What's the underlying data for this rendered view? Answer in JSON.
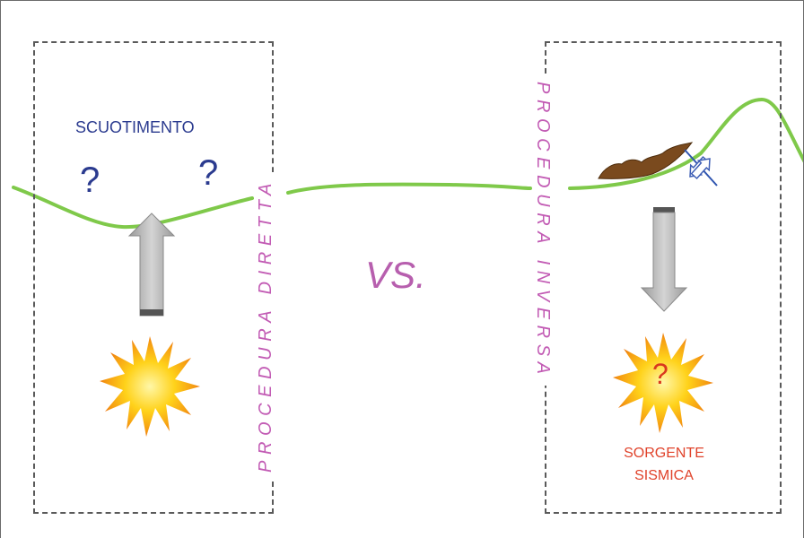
{
  "left_panel": {
    "title": "SCUOTIMENTO",
    "question_marks": [
      "?",
      "?"
    ]
  },
  "left_vertical_label": "PROCEDURA DIRETTA",
  "right_vertical_label": "PROCEDURA INVERSA",
  "center_label": "VS.",
  "right_panel": {
    "source_label_line1": "SORGENTE",
    "source_label_line2": "SISMICA",
    "source_question_mark": "?"
  },
  "colors": {
    "ground_line": "#7fc94a",
    "text_blue": "#2b3b8f",
    "vertical_text": "#c25bb4",
    "source_label": "#e0432b",
    "arrow_gray": "#b9b9b9",
    "landslide_brown": "#7a4a1e",
    "fault_blue": "#2f55b0"
  },
  "icons": [
    "up-arrow-icon",
    "down-arrow-icon",
    "earthquake-star-icon",
    "fault-arrows-icon",
    "landslide-icon"
  ]
}
